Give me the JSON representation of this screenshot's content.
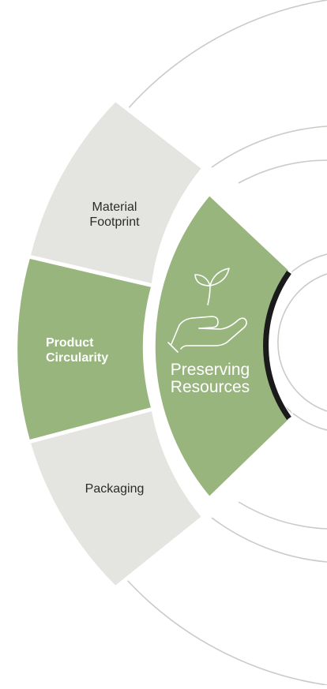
{
  "colors": {
    "active_green": "#98b57e",
    "inactive_gray": "#e4e5e1",
    "ring_line": "#c8ccc4",
    "white": "#ffffff"
  },
  "center": {
    "title_line1": "Preserving",
    "title_line2": "Resources",
    "icon": "hand-holding-plant-icon"
  },
  "segments": [
    {
      "line1": "Material",
      "line2": "Footprint",
      "active": false
    },
    {
      "line1": "Product",
      "line2": "Circularity",
      "active": true
    },
    {
      "line1": "Packaging",
      "line2": "",
      "active": false
    }
  ]
}
